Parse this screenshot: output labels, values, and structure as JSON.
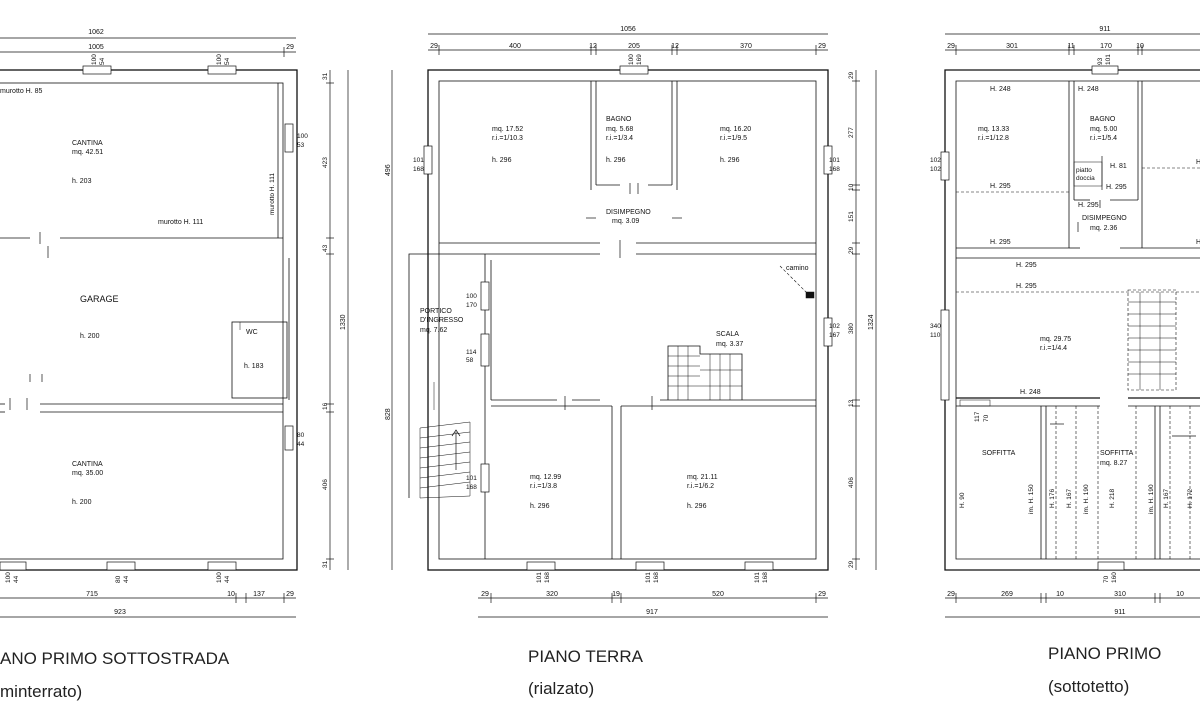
{
  "plans": {
    "basement": {
      "title": "ANO PRIMO SOTTOSTRADA",
      "subtitle": "minterrato)",
      "dims": {
        "top_total": "1062",
        "top_inner": "1005",
        "top_edge": "29",
        "win_top_1": "100",
        "win_top_1b": "54",
        "win_top_2": "100",
        "win_top_2b": "54",
        "right_win_1": "100",
        "right_win_1b": "53",
        "right_win_2": "80",
        "right_win_2b": "44",
        "right_v_1": "31",
        "right_v_2": "423",
        "right_v_3": "43",
        "right_v_4": "16",
        "right_v_5": "406",
        "right_v_6": "31",
        "right_total": "1330",
        "bottom_win_1": "100",
        "bottom_win_1b": "44",
        "bottom_win_2": "80",
        "bottom_win_2b": "44",
        "bottom_win_3": "100",
        "bottom_win_3b": "44",
        "bottom_1": "715",
        "bottom_2": "10",
        "bottom_3": "137",
        "bottom_4": "29",
        "bottom_total": "923"
      },
      "rooms": {
        "murotto_top": "murotto H. 85",
        "cantina1_name": "CANTINA",
        "cantina1_area": "mq. 42.51",
        "cantina1_h": "h. 203",
        "murotto_right": "murotto H. 111",
        "murotto_bottom": "murotto H. 111",
        "garage_name": "GARAGE",
        "garage_h": "h. 200",
        "wc_name": "WC",
        "wc_h": "h. 183",
        "cantina2_name": "CANTINA",
        "cantina2_area": "mq. 35.00",
        "cantina2_h": "h. 200"
      }
    },
    "ground": {
      "title": "PIANO TERRA",
      "subtitle": "(rialzato)",
      "dims": {
        "top_total": "1056",
        "top_1": "29",
        "top_2": "400",
        "top_3": "12",
        "top_4": "205",
        "top_5": "12",
        "top_6": "370",
        "top_7": "29",
        "win_top_1": "100",
        "win_top_1b": "169",
        "left_top": "496",
        "left_bottom": "828",
        "left_win_1": "101",
        "left_win_1b": "168",
        "left_win_2": "100",
        "left_win_2b": "170",
        "left_win_3": "114",
        "left_win_3b": "58",
        "left_win_4": "101",
        "left_win_4b": "168",
        "right_win_1": "101",
        "right_win_1b": "168",
        "right_win_2": "102",
        "right_win_2b": "167",
        "right_v_1": "29",
        "right_v_2": "277",
        "right_v_3": "10",
        "right_v_4": "151",
        "right_v_5": "29",
        "right_v_6": "380",
        "right_v_7": "13",
        "right_v_8": "406",
        "right_v_9": "29",
        "right_total": "1324",
        "bottom_win_1": "101",
        "bottom_win_1b": "168",
        "bottom_win_2": "101",
        "bottom_win_2b": "168",
        "bottom_win_3": "101",
        "bottom_win_3b": "168",
        "bottom_1": "29",
        "bottom_2": "320",
        "bottom_3": "19",
        "bottom_4": "520",
        "bottom_5": "29",
        "bottom_total": "917"
      },
      "rooms": {
        "room1_area": "mq. 17.52",
        "room1_ri": "r.i.=1/10.3",
        "room1_h": "h. 296",
        "bagno_name": "BAGNO",
        "bagno_area": "mq. 5.68",
        "bagno_ri": "r.i.=1/3.4",
        "bagno_h": "h. 296",
        "room2_area": "mq. 16.20",
        "room2_ri": "r.i.=1/9.5",
        "room2_h": "h. 296",
        "dis_name": "DISIMPEGNO",
        "dis_area": "mq. 3.09",
        "camino": "camino",
        "portico_1": "PORTICO",
        "portico_2": "D'INGRESSO",
        "portico_area": "mq. 7.62",
        "scala_name": "SCALA",
        "scala_area": "mq. 3.37",
        "room3_area": "mq. 12.99",
        "room3_ri": "r.i.=1/3.8",
        "room3_h": "h. 296",
        "room4_area": "mq. 21.11",
        "room4_ri": "r.i.=1/6.2",
        "room4_h": "h. 296"
      }
    },
    "first": {
      "title": "PIANO PRIMO",
      "subtitle": "(sottotetto)",
      "dims": {
        "top_total": "911",
        "top_1": "29",
        "top_2": "301",
        "top_3": "11",
        "top_4": "170",
        "top_5": "10",
        "win_top_1": "93",
        "win_top_1b": "101",
        "left_win_1": "102",
        "left_win_1b": "102",
        "left_win_2": "340",
        "left_win_2b": "110",
        "bottom_win_1": "70",
        "bottom_win_1b": "160",
        "bottom_1": "29",
        "bottom_2": "269",
        "bottom_3": "10",
        "bottom_4": "310",
        "bottom_5": "10",
        "bottom_total": "911",
        "small_1": "117",
        "small_2": "70"
      },
      "rooms": {
        "room1_h_top": "H. 248",
        "room1_area": "mq. 13.33",
        "room1_ri": "r.i.=1/12.8",
        "room1_h_bottom": "H. 295",
        "bagno_h_top": "H. 248",
        "bagno_name": "BAGNO",
        "bagno_area": "mq. 5.00",
        "bagno_ri": "r.i.=1/5.4",
        "piatto_1": "piatto",
        "piatto_2": "doccia",
        "bagno_h_mid": "H. 81",
        "bagno_h_mid2": "H. 295",
        "bagno_h_low": "H. 295",
        "right_h_1": "H",
        "right_h_2": "H",
        "dis_h_left": "H. 295",
        "dis_name": "DISIMPEGNO",
        "dis_area": "mq. 2.36",
        "hall_h_1": "H. 295",
        "hall_h_2": "H. 295",
        "hall_area": "mq. 29.75",
        "hall_ri": "r.i.=1/4.4",
        "hall_h_bottom": "H. 248",
        "soffitta1_name": "SOFFITTA",
        "soffitta2_name": "SOFFITTA",
        "soffitta2_area": "mq. 8.27",
        "v_h90": "H. 90",
        "v_im150": "im. H. 150",
        "v_h176": "H. 176",
        "v_h167": "H. 167",
        "v_im190a": "im. H. 190",
        "v_h218": "H. 218",
        "v_im190b": "im. H. 190",
        "v_h167b": "H. 167",
        "v_h172": "H. 172"
      }
    }
  }
}
